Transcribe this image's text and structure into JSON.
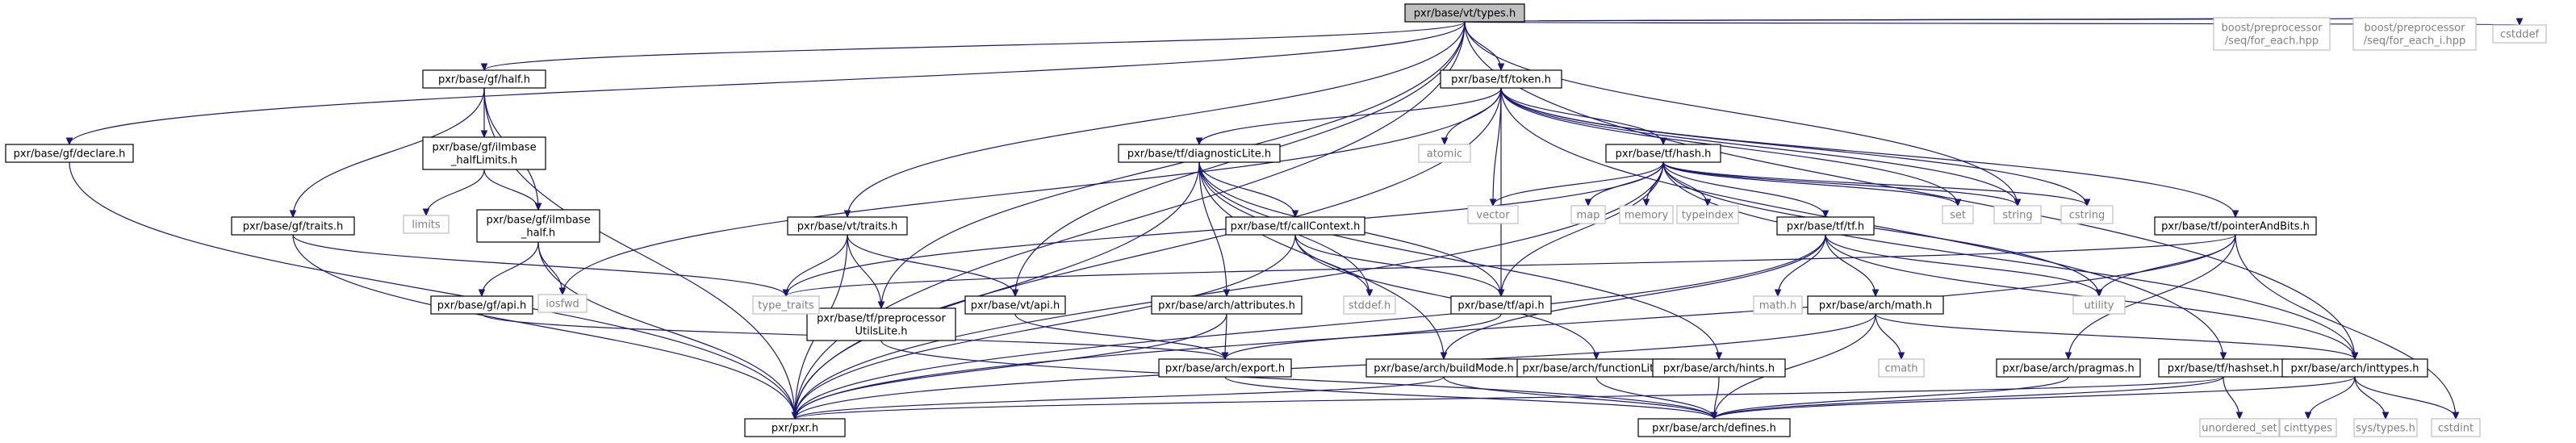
{
  "nodes": [
    {
      "id": "vt_types",
      "label": "pxr/base/vt/types.h",
      "kind": "root"
    },
    {
      "id": "gf_declare",
      "label": "pxr/base/gf/declare.h",
      "kind": "doc"
    },
    {
      "id": "gf_half",
      "label": "pxr/base/gf/half.h",
      "kind": "doc"
    },
    {
      "id": "gf_ilmbase_halfLimits",
      "label": "pxr/base/gf/ilmbase\n_halfLimits.h",
      "kind": "doc"
    },
    {
      "id": "limits",
      "label": "limits",
      "kind": "ext"
    },
    {
      "id": "gf_ilmbase_half",
      "label": "pxr/base/gf/ilmbase\n_half.h",
      "kind": "doc"
    },
    {
      "id": "gf_traits",
      "label": "pxr/base/gf/traits.h",
      "kind": "doc"
    },
    {
      "id": "gf_api",
      "label": "pxr/base/gf/api.h",
      "kind": "doc"
    },
    {
      "id": "iosfwd",
      "label": "iosfwd",
      "kind": "ext"
    },
    {
      "id": "vt_traits",
      "label": "pxr/base/vt/traits.h",
      "kind": "doc"
    },
    {
      "id": "tf_preproc",
      "label": "pxr/base/tf/preprocessor\nUtilsLite.h",
      "kind": "doc"
    },
    {
      "id": "vt_api",
      "label": "pxr/base/vt/api.h",
      "kind": "doc"
    },
    {
      "id": "tf_token",
      "label": "pxr/base/tf/token.h",
      "kind": "doc"
    },
    {
      "id": "tf_diaglite",
      "label": "pxr/base/tf/diagnosticLite.h",
      "kind": "doc"
    },
    {
      "id": "tf_callctx",
      "label": "pxr/base/tf/callContext.h",
      "kind": "doc"
    },
    {
      "id": "arch_attrs",
      "label": "pxr/base/arch/attributes.h",
      "kind": "doc"
    },
    {
      "id": "arch_export",
      "label": "pxr/base/arch/export.h",
      "kind": "doc"
    },
    {
      "id": "stddef",
      "label": "stddef.h",
      "kind": "ext"
    },
    {
      "id": "tf_api",
      "label": "pxr/base/tf/api.h",
      "kind": "doc"
    },
    {
      "id": "arch_buildmode",
      "label": "pxr/base/arch/buildMode.h",
      "kind": "doc"
    },
    {
      "id": "arch_funclite",
      "label": "pxr/base/arch/functionLite.h",
      "kind": "doc"
    },
    {
      "id": "arch_hints",
      "label": "pxr/base/arch/hints.h",
      "kind": "doc"
    },
    {
      "id": "atomic",
      "label": "atomic",
      "kind": "ext"
    },
    {
      "id": "vector",
      "label": "vector",
      "kind": "ext"
    },
    {
      "id": "tf_hash",
      "label": "pxr/base/tf/hash.h",
      "kind": "doc"
    },
    {
      "id": "map",
      "label": "map",
      "kind": "ext"
    },
    {
      "id": "memory",
      "label": "memory",
      "kind": "ext"
    },
    {
      "id": "typeindex",
      "label": "typeindex",
      "kind": "ext"
    },
    {
      "id": "tf_tf",
      "label": "pxr/base/tf/tf.h",
      "kind": "doc"
    },
    {
      "id": "mathh",
      "label": "math.h",
      "kind": "ext"
    },
    {
      "id": "arch_math",
      "label": "pxr/base/arch/math.h",
      "kind": "doc"
    },
    {
      "id": "cmath",
      "label": "cmath",
      "kind": "ext"
    },
    {
      "id": "set",
      "label": "set",
      "kind": "ext"
    },
    {
      "id": "string",
      "label": "string",
      "kind": "ext"
    },
    {
      "id": "cstring",
      "label": "cstring",
      "kind": "ext"
    },
    {
      "id": "tf_ptrbits",
      "label": "pxr/base/tf/pointerAndBits.h",
      "kind": "doc"
    },
    {
      "id": "utility",
      "label": "utility",
      "kind": "ext"
    },
    {
      "id": "arch_pragmas",
      "label": "pxr/base/arch/pragmas.h",
      "kind": "doc"
    },
    {
      "id": "tf_hashset",
      "label": "pxr/base/tf/hashset.h",
      "kind": "doc"
    },
    {
      "id": "unordered_set",
      "label": "unordered_set",
      "kind": "ext"
    },
    {
      "id": "arch_inttypes",
      "label": "pxr/base/arch/inttypes.h",
      "kind": "doc"
    },
    {
      "id": "cinttypes",
      "label": "cinttypes",
      "kind": "ext"
    },
    {
      "id": "sys_types",
      "label": "sys/types.h",
      "kind": "ext"
    },
    {
      "id": "cstdint",
      "label": "cstdint",
      "kind": "ext"
    },
    {
      "id": "boost_foreach",
      "label": "boost/preprocessor\n/seq/for_each.hpp",
      "kind": "ext"
    },
    {
      "id": "boost_foreach_i",
      "label": "boost/preprocessor\n/seq/for_each_i.hpp",
      "kind": "ext"
    },
    {
      "id": "cstddef",
      "label": "cstddef",
      "kind": "ext"
    },
    {
      "id": "type_traits",
      "label": "type_traits",
      "kind": "ext"
    },
    {
      "id": "pxr_pxr",
      "label": "pxr/pxr.h",
      "kind": "doc"
    },
    {
      "id": "arch_defines",
      "label": "pxr/base/arch/defines.h",
      "kind": "doc"
    }
  ],
  "edges": [
    [
      "vt_types",
      "gf_declare"
    ],
    [
      "vt_types",
      "gf_half"
    ],
    [
      "vt_types",
      "pxr_pxr"
    ],
    [
      "vt_types",
      "vt_traits"
    ],
    [
      "vt_types",
      "tf_preproc"
    ],
    [
      "vt_types",
      "vt_api"
    ],
    [
      "vt_types",
      "tf_token"
    ],
    [
      "vt_types",
      "string"
    ],
    [
      "vt_types",
      "arch_inttypes"
    ],
    [
      "vt_types",
      "boost_foreach"
    ],
    [
      "vt_types",
      "boost_foreach_i"
    ],
    [
      "vt_types",
      "cstddef"
    ],
    [
      "gf_declare",
      "pxr_pxr"
    ],
    [
      "gf_half",
      "pxr_pxr"
    ],
    [
      "gf_half",
      "gf_ilmbase_halfLimits"
    ],
    [
      "gf_half",
      "gf_ilmbase_half"
    ],
    [
      "gf_half",
      "gf_traits"
    ],
    [
      "gf_ilmbase_halfLimits",
      "limits"
    ],
    [
      "gf_ilmbase_halfLimits",
      "gf_ilmbase_half"
    ],
    [
      "gf_ilmbase_half",
      "gf_api"
    ],
    [
      "gf_ilmbase_half",
      "iosfwd"
    ],
    [
      "gf_ilmbase_half",
      "pxr_pxr"
    ],
    [
      "gf_traits",
      "pxr_pxr"
    ],
    [
      "gf_traits",
      "type_traits"
    ],
    [
      "gf_api",
      "arch_export"
    ],
    [
      "vt_traits",
      "pxr_pxr"
    ],
    [
      "vt_traits",
      "vt_api"
    ],
    [
      "vt_traits",
      "tf_preproc"
    ],
    [
      "vt_traits",
      "type_traits"
    ],
    [
      "tf_preproc",
      "arch_defines"
    ],
    [
      "vt_api",
      "arch_export"
    ],
    [
      "tf_token",
      "pxr_pxr"
    ],
    [
      "tf_token",
      "tf_diaglite"
    ],
    [
      "tf_token",
      "tf_hash"
    ],
    [
      "tf_token",
      "tf_api"
    ],
    [
      "tf_token",
      "tf_ptrbits"
    ],
    [
      "tf_token",
      "tf_hashset"
    ],
    [
      "tf_token",
      "iosfwd"
    ],
    [
      "tf_token",
      "atomic"
    ],
    [
      "tf_token",
      "vector"
    ],
    [
      "tf_token",
      "set"
    ],
    [
      "tf_token",
      "string"
    ],
    [
      "tf_token",
      "cstring"
    ],
    [
      "tf_diaglite",
      "pxr_pxr"
    ],
    [
      "tf_diaglite",
      "tf_api"
    ],
    [
      "tf_diaglite",
      "tf_callctx"
    ],
    [
      "tf_diaglite",
      "arch_attrs"
    ],
    [
      "tf_diaglite",
      "arch_buildmode"
    ],
    [
      "tf_diaglite",
      "arch_hints"
    ],
    [
      "tf_diaglite",
      "stddef"
    ],
    [
      "tf_callctx",
      "pxr_pxr"
    ],
    [
      "tf_callctx",
      "tf_api"
    ],
    [
      "tf_callctx",
      "arch_funclite"
    ],
    [
      "tf_callctx",
      "stddef"
    ],
    [
      "arch_attrs",
      "arch_export"
    ],
    [
      "arch_attrs",
      "pxr_pxr"
    ],
    [
      "arch_export",
      "arch_defines"
    ],
    [
      "tf_api",
      "arch_export"
    ],
    [
      "arch_buildmode",
      "pxr_pxr"
    ],
    [
      "arch_buildmode",
      "arch_defines"
    ],
    [
      "arch_funclite",
      "arch_defines"
    ],
    [
      "arch_hints",
      "arch_defines"
    ],
    [
      "tf_hash",
      "pxr_pxr"
    ],
    [
      "tf_hash",
      "tf_tf"
    ],
    [
      "tf_hash",
      "tf_api"
    ],
    [
      "tf_hash",
      "arch_inttypes"
    ],
    [
      "tf_hash",
      "vector"
    ],
    [
      "tf_hash",
      "map"
    ],
    [
      "tf_hash",
      "memory"
    ],
    [
      "tf_hash",
      "typeindex"
    ],
    [
      "tf_hash",
      "set"
    ],
    [
      "tf_hash",
      "string"
    ],
    [
      "tf_hash",
      "cstring"
    ],
    [
      "tf_hash",
      "utility"
    ],
    [
      "tf_hash",
      "type_traits"
    ],
    [
      "tf_tf",
      "pxr_pxr"
    ],
    [
      "tf_tf",
      "arch_buildmode"
    ],
    [
      "tf_tf",
      "arch_math"
    ],
    [
      "tf_tf",
      "arch_inttypes"
    ],
    [
      "tf_tf",
      "mathh"
    ],
    [
      "tf_tf",
      "utility"
    ],
    [
      "arch_math",
      "pxr_pxr"
    ],
    [
      "arch_math",
      "arch_defines"
    ],
    [
      "arch_math",
      "arch_inttypes"
    ],
    [
      "arch_math",
      "cmath"
    ],
    [
      "tf_ptrbits",
      "pxr_pxr"
    ],
    [
      "tf_ptrbits",
      "arch_pragmas"
    ],
    [
      "tf_ptrbits",
      "type_traits"
    ],
    [
      "tf_ptrbits",
      "utility"
    ],
    [
      "tf_ptrbits",
      "cstdint"
    ],
    [
      "arch_pragmas",
      "arch_defines"
    ],
    [
      "tf_hashset",
      "pxr_pxr"
    ],
    [
      "tf_hashset",
      "arch_defines"
    ],
    [
      "tf_hashset",
      "unordered_set"
    ],
    [
      "arch_inttypes",
      "arch_defines"
    ],
    [
      "arch_inttypes",
      "cinttypes"
    ],
    [
      "arch_inttypes",
      "sys_types"
    ],
    [
      "arch_inttypes",
      "cstdint"
    ]
  ]
}
